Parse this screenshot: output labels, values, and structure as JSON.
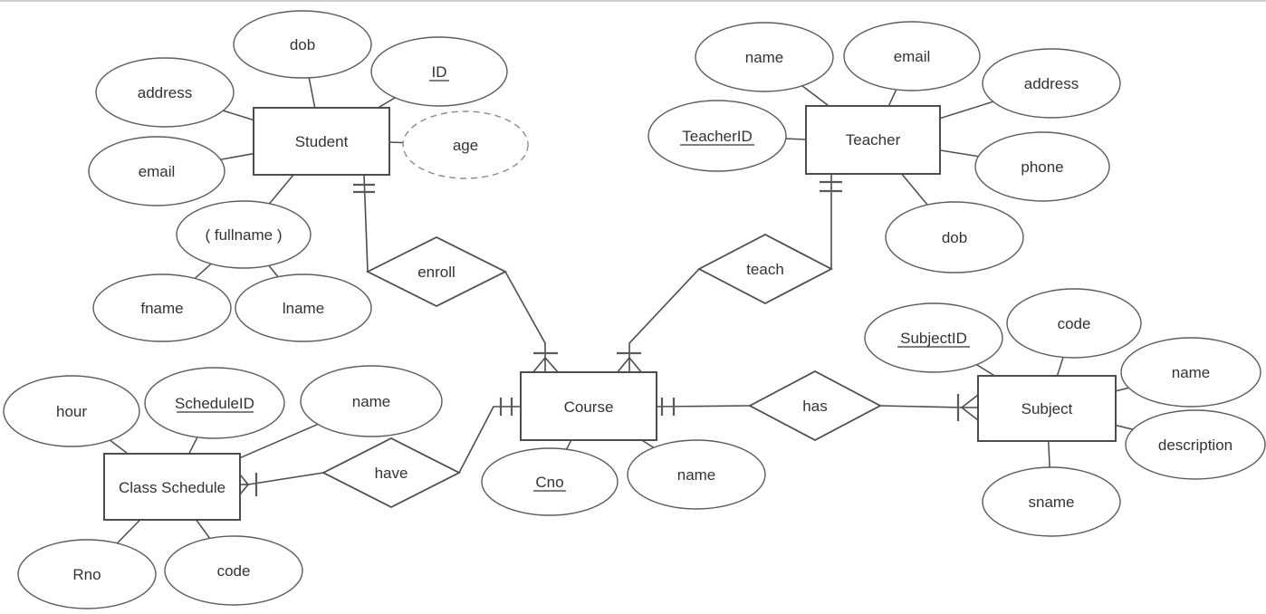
{
  "diagram": {
    "kind": "entity-relationship-diagram",
    "notation": "Chen entities and attributes with crow's-foot cardinality marks",
    "entities": {
      "student": {
        "label": "Student",
        "attributes": {
          "dob": {
            "label": "dob"
          },
          "id": {
            "label": "ID",
            "primary_key": true
          },
          "address": {
            "label": "address"
          },
          "email": {
            "label": "email"
          },
          "age": {
            "label": "age",
            "derived": true
          },
          "fullname": {
            "label": "( fullname )",
            "composite": true
          },
          "fname": {
            "label": "fname",
            "part_of": "fullname"
          },
          "lname": {
            "label": "lname",
            "part_of": "fullname"
          }
        }
      },
      "teacher": {
        "label": "Teacher",
        "attributes": {
          "name": {
            "label": "name"
          },
          "email": {
            "label": "email"
          },
          "address": {
            "label": "address"
          },
          "teacher_id": {
            "label": "TeacherID",
            "primary_key": true
          },
          "phone": {
            "label": "phone"
          },
          "dob": {
            "label": "dob"
          }
        }
      },
      "course": {
        "label": "Course",
        "attributes": {
          "cno": {
            "label": "Cno",
            "primary_key": true
          },
          "name": {
            "label": "name"
          }
        }
      },
      "subject": {
        "label": "Subject",
        "attributes": {
          "subject_id": {
            "label": "SubjectID",
            "primary_key": true
          },
          "code": {
            "label": "code"
          },
          "name": {
            "label": "name"
          },
          "description": {
            "label": "description"
          },
          "sname": {
            "label": "sname"
          }
        }
      },
      "class_schedule": {
        "label": "Class Schedule",
        "attributes": {
          "hour": {
            "label": "hour"
          },
          "schedule_id": {
            "label": "ScheduleID",
            "primary_key": true
          },
          "name": {
            "label": "name"
          },
          "rno": {
            "label": "Rno"
          },
          "code": {
            "label": "code"
          }
        }
      }
    },
    "relationships": {
      "enroll": {
        "label": "enroll",
        "between": [
          "Student",
          "Course"
        ],
        "cardinality": {
          "student_end": "one and only one",
          "course_end": "one or many"
        }
      },
      "teach": {
        "label": "teach",
        "between": [
          "Teacher",
          "Course"
        ],
        "cardinality": {
          "teacher_end": "one and only one",
          "course_end": "one or many"
        }
      },
      "have": {
        "label": "have",
        "between": [
          "Class Schedule",
          "Course"
        ],
        "cardinality": {
          "class_schedule_end": "one or many",
          "course_end": "one and only one"
        }
      },
      "has": {
        "label": "has",
        "between": [
          "Course",
          "Subject"
        ],
        "cardinality": {
          "course_end": "one and only one",
          "subject_end": "one or many"
        }
      }
    },
    "colors": {
      "background": "#ffffff",
      "shape_stroke": "#4d4d4d",
      "text": "#333333",
      "top_border": "#cfcfcf"
    }
  }
}
